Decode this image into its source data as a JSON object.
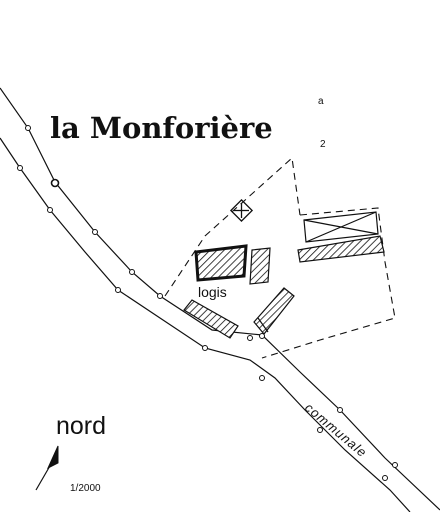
{
  "title": "la Monforière",
  "parcel_marks": [
    "a",
    "2"
  ],
  "building_label": "logis",
  "north_label": "nord",
  "scale": "1/2000",
  "road_label": "communale",
  "colors": {
    "ink": "#111111",
    "background": "#ffffff"
  },
  "icons": {
    "north_arrow": "north-arrow-icon",
    "well": "crossed-square-icon"
  }
}
